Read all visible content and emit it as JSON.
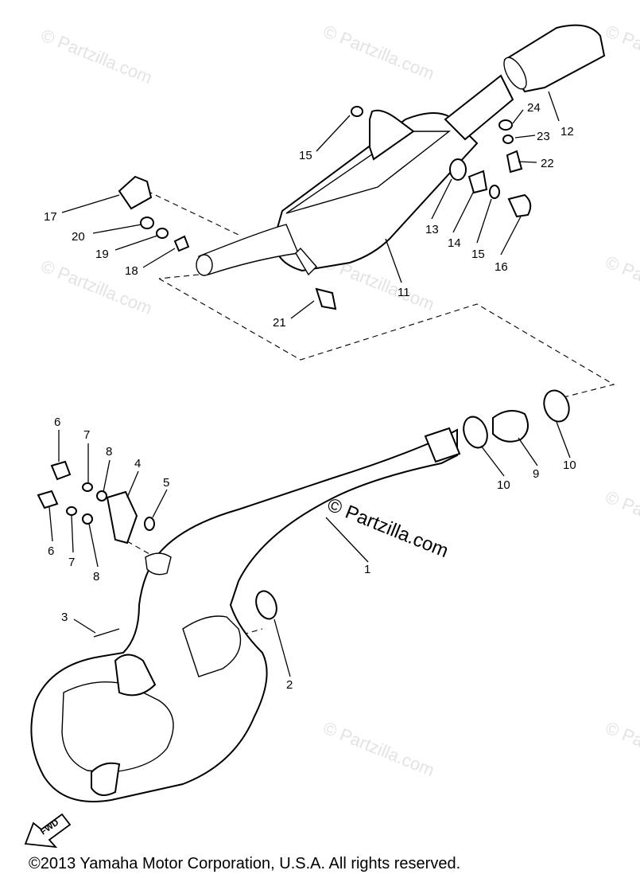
{
  "watermark": "© Partzilla.com",
  "center_watermark": "© Partzilla.com",
  "fwd_label": "FWD",
  "copyright": "©2013  Yamaha Motor Corporation, U.S.A. All rights reserved.",
  "callouts": {
    "c1": "1",
    "c2": "2",
    "c3": "3",
    "c4": "4",
    "c5": "5",
    "c6a": "6",
    "c6b": "6",
    "c7a": "7",
    "c7b": "7",
    "c8a": "8",
    "c8b": "8",
    "c9": "9",
    "c10a": "10",
    "c10b": "10",
    "c11": "11",
    "c12": "12",
    "c13": "13",
    "c14": "14",
    "c15a": "15",
    "c15b": "15",
    "c16": "16",
    "c17": "17",
    "c18": "18",
    "c19": "19",
    "c20": "20",
    "c21": "21",
    "c22": "22",
    "c23": "23",
    "c24": "24"
  }
}
